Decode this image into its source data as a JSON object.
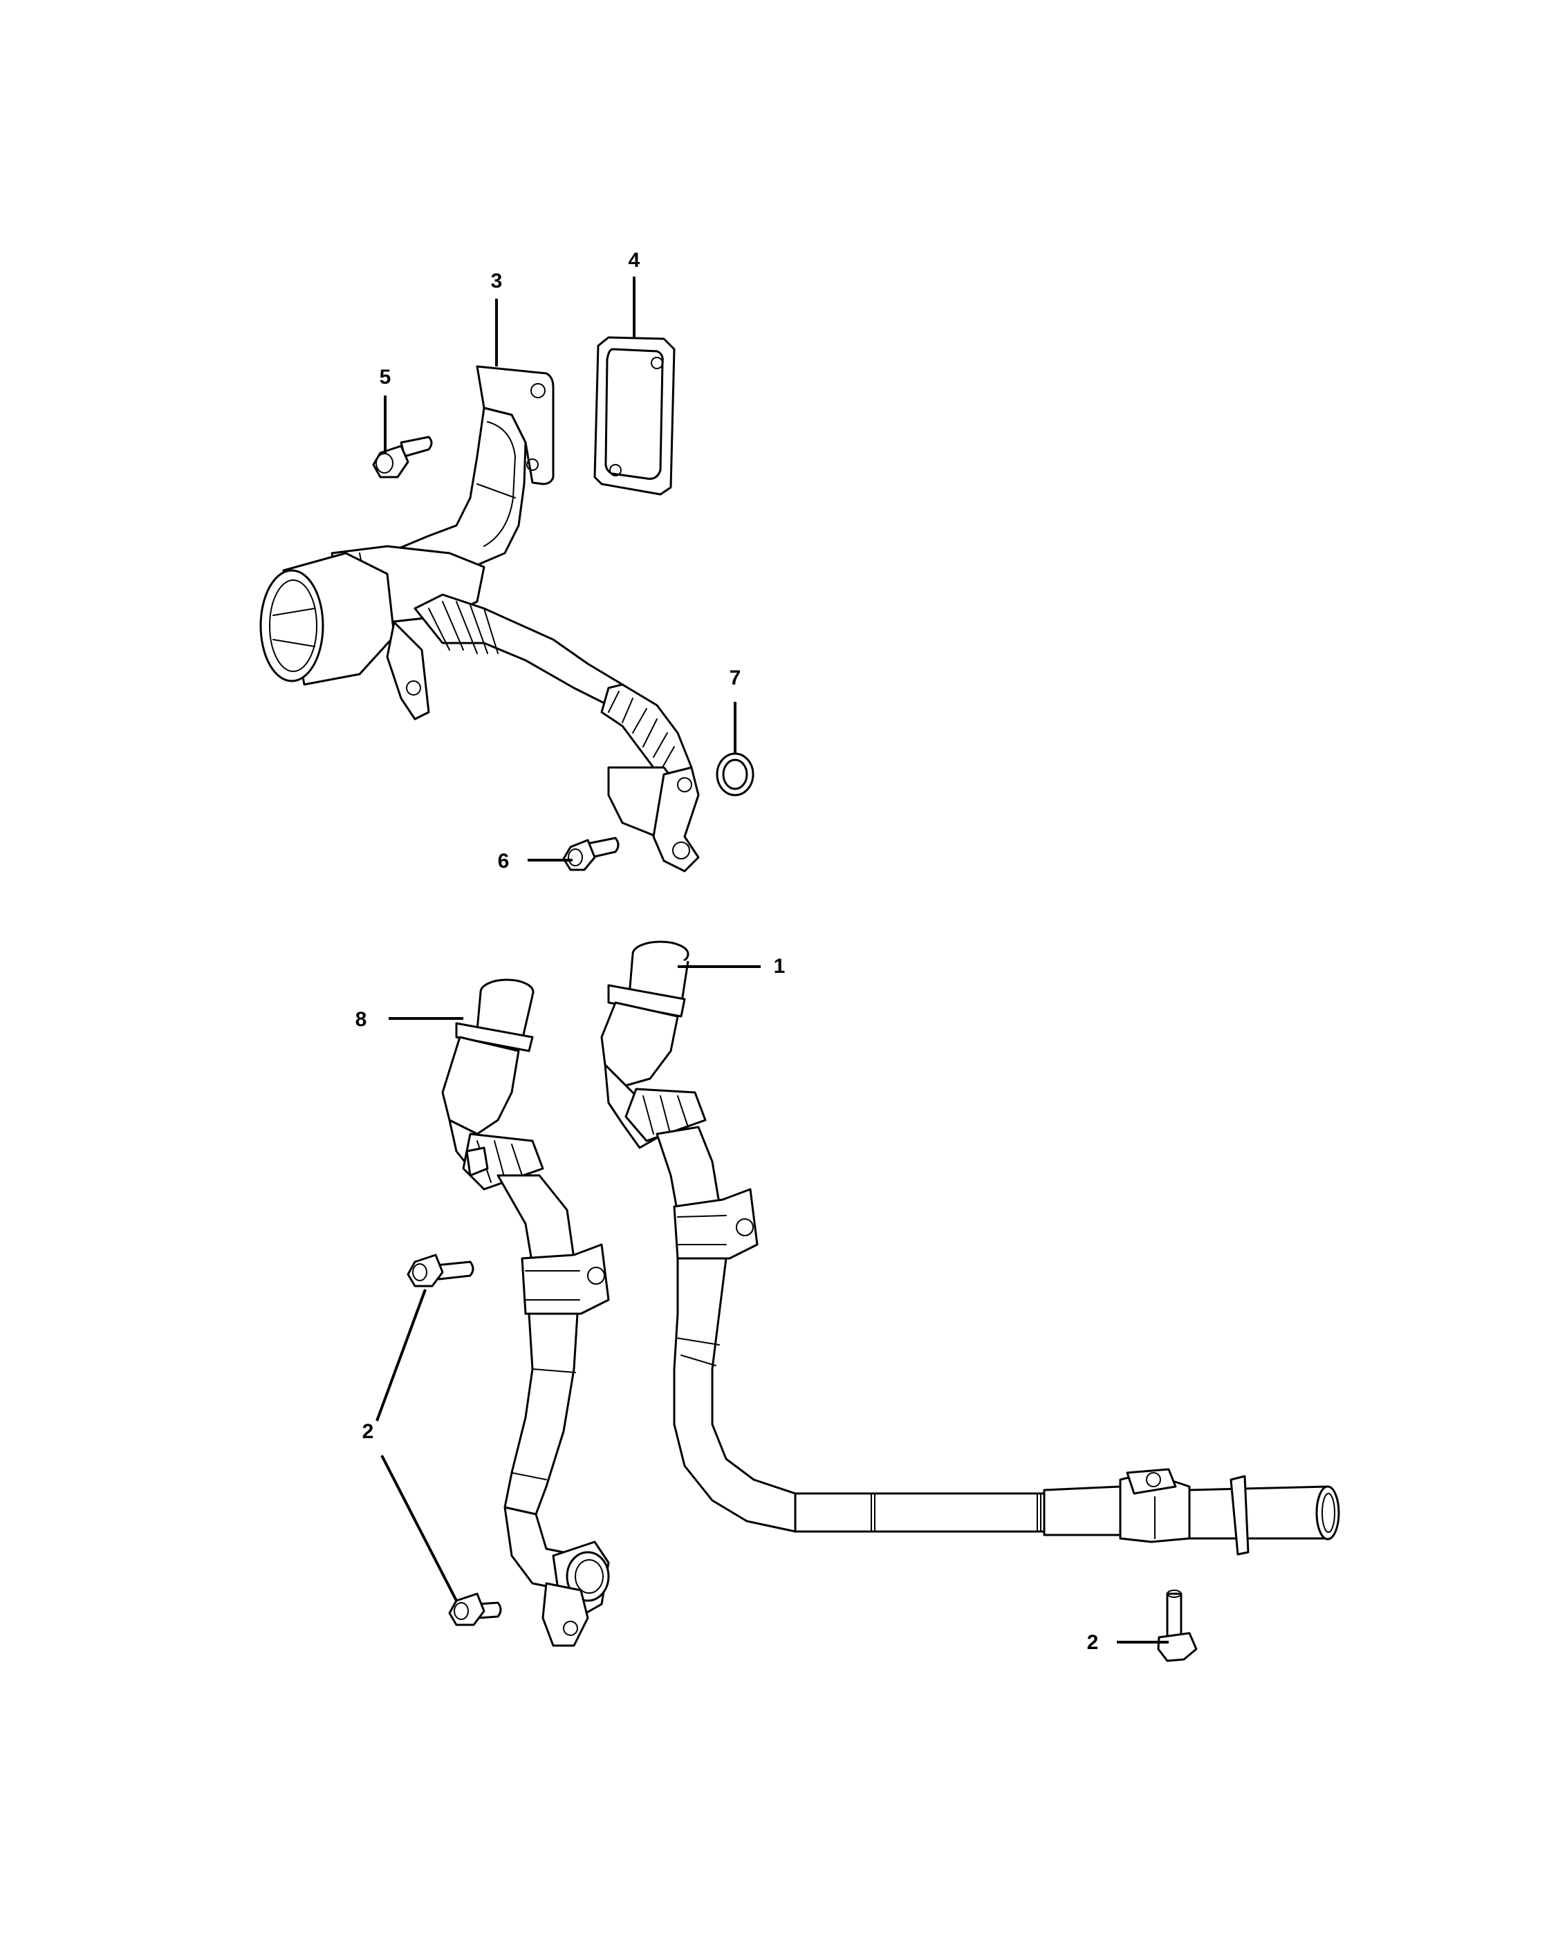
{
  "callouts": {
    "c1": "1",
    "c2a": "2",
    "c2b": "2",
    "c3": "3",
    "c4": "4",
    "c5": "5",
    "c6": "6",
    "c7": "7",
    "c8": "8"
  }
}
